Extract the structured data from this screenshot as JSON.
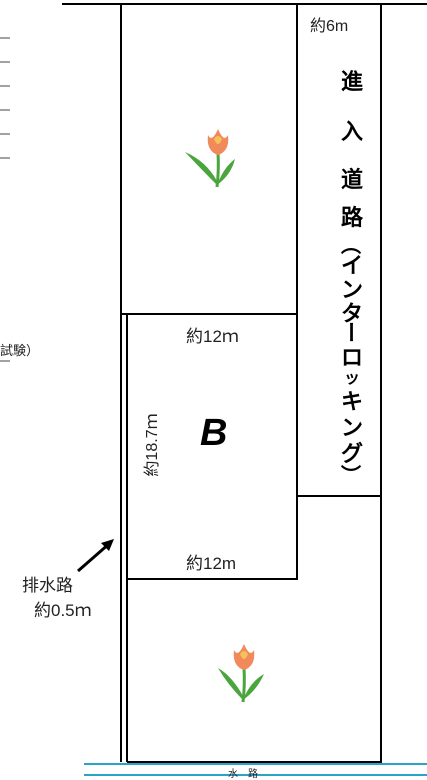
{
  "left_fragment": {
    "text": "試験）"
  },
  "road": {
    "width_label": "約6m",
    "name_chars": [
      "進",
      "入",
      "道",
      "路",
      "（",
      "イ",
      "ン",
      "タ",
      "ー",
      "ロ",
      "ッ",
      "キ",
      "ン",
      "グ",
      "）"
    ]
  },
  "lot_b": {
    "label": "B",
    "top_width": "約12ｍ",
    "bottom_width": "約12m",
    "depth": "約18.7ｍ"
  },
  "drain": {
    "label": "排水路",
    "width": "約0.5ｍ"
  },
  "waterway": {
    "label": "水　路"
  },
  "colors": {
    "lines": "#000000",
    "waterway": "#2aa3c9",
    "tulip_petal": "#f08a5a",
    "tulip_leaf": "#4aa63c"
  },
  "icons": [
    "tulip-icon",
    "tulip-icon",
    "arrow-icon"
  ]
}
